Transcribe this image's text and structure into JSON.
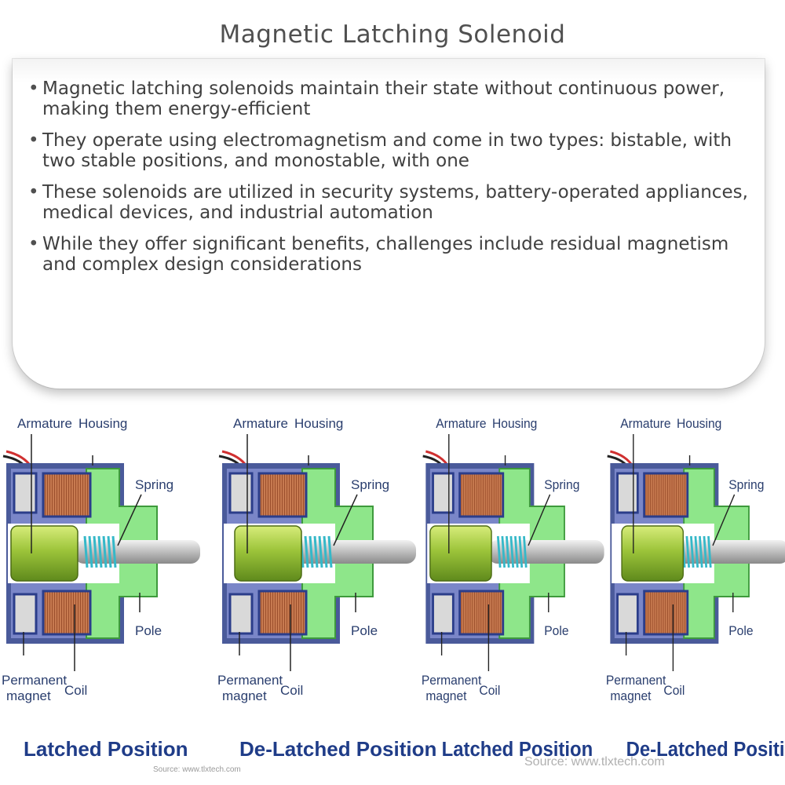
{
  "title": "Magnetic Latching Solenoid",
  "bullets": [
    "Magnetic latching solenoids maintain their state without continuous power, making them energy-efficient",
    "They operate using electromagnetism and come in two types: bistable, with two stable positions, and monostable, with one",
    "These solenoids are utilized in security systems, battery-operated appliances, medical devices, and industrial automation",
    "While they offer significant benefits, challenges include residual magnetism and complex design considerations"
  ],
  "diagram": {
    "panels": [
      {
        "caption": "Latched Position",
        "armature": "Armature",
        "housing": "Housing",
        "spring": "Spring",
        "pole": "Pole",
        "permanent_magnet": "Permanent magnet",
        "coil": "Coil"
      },
      {
        "caption": "De-Latched Position",
        "armature": "Armature",
        "housing": "Housing",
        "spring": "Spring",
        "pole": "Pole",
        "permanent_magnet": "Permanent magnet",
        "coil": "Coil"
      },
      {
        "caption": "Latched Position",
        "armature": "Armature",
        "housing": "Housing",
        "spring": "Spring",
        "pole": "Pole",
        "permanent_magnet": "Permanent magnet",
        "coil": "Coil"
      },
      {
        "caption": "De-Latched Position",
        "armature": "Armature",
        "housing": "Housing",
        "spring": "Spring",
        "pole": "Pole",
        "permanent_magnet": "Permanent magnet",
        "coil": "Coil"
      }
    ],
    "source_small": "Source: www.tlxtech.com",
    "source_large": "Source: www.tlxtech.com"
  },
  "colors": {
    "housing_outer": "#4a5a9a",
    "housing_fill": "#7a86c8",
    "coil": "#c0704a",
    "armature": "#9cc43a",
    "pole": "#8ee68a",
    "spring": "#35b8c8",
    "caption": "#1f3c88"
  }
}
